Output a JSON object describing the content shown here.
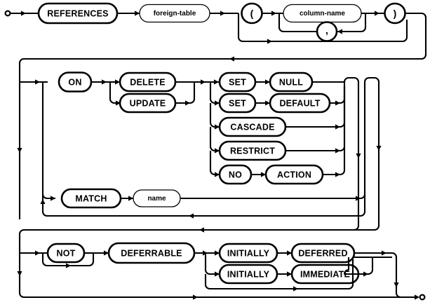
{
  "diagram": {
    "title": "REFERENCES clause syntax diagram",
    "type": "railroad-syntax-diagram",
    "stroke_color": "#000000",
    "background_color": "#ffffff",
    "start_marker": "start-circle",
    "end_marker": "end-circle"
  },
  "nodes": {
    "references": {
      "label": "REFERENCES",
      "kind": "terminal"
    },
    "foreign_table": {
      "label": "foreign-table",
      "kind": "nonterminal"
    },
    "lparen": {
      "label": "(",
      "kind": "terminal"
    },
    "column_name": {
      "label": "column-name",
      "kind": "nonterminal"
    },
    "comma": {
      "label": ",",
      "kind": "terminal"
    },
    "rparen": {
      "label": ")",
      "kind": "terminal"
    },
    "on": {
      "label": "ON",
      "kind": "terminal"
    },
    "delete": {
      "label": "DELETE",
      "kind": "terminal"
    },
    "update": {
      "label": "UPDATE",
      "kind": "terminal"
    },
    "set_null_set": {
      "label": "SET",
      "kind": "terminal"
    },
    "null": {
      "label": "NULL",
      "kind": "terminal"
    },
    "set_default_set": {
      "label": "SET",
      "kind": "terminal"
    },
    "default": {
      "label": "DEFAULT",
      "kind": "terminal"
    },
    "cascade": {
      "label": "CASCADE",
      "kind": "terminal"
    },
    "restrict": {
      "label": "RESTRICT",
      "kind": "terminal"
    },
    "no": {
      "label": "NO",
      "kind": "terminal"
    },
    "action": {
      "label": "ACTION",
      "kind": "terminal"
    },
    "match": {
      "label": "MATCH",
      "kind": "terminal"
    },
    "name": {
      "label": "name",
      "kind": "nonterminal"
    },
    "not": {
      "label": "NOT",
      "kind": "terminal"
    },
    "deferrable": {
      "label": "DEFERRABLE",
      "kind": "terminal"
    },
    "initially_deferred": {
      "label": "INITIALLY",
      "kind": "terminal"
    },
    "deferred": {
      "label": "DEFERRED",
      "kind": "terminal"
    },
    "initially_immediate": {
      "label": "INITIALLY",
      "kind": "terminal"
    },
    "immediate": {
      "label": "IMMEDIATE",
      "kind": "terminal"
    }
  }
}
